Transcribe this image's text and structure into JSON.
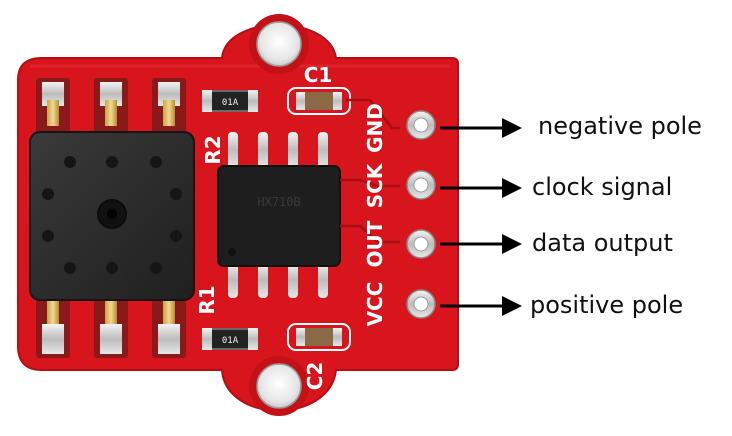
{
  "board": {
    "pins": [
      "GND",
      "SCK",
      "OUT",
      "VCC"
    ],
    "components": {
      "c1": "C1",
      "c2": "C2",
      "r1": "R1",
      "r2": "R2",
      "r_marking": "01A"
    },
    "ic_marking": [
      "HX710B",
      ""
    ]
  },
  "annotations": [
    {
      "pin": "GND",
      "label": "negative pole"
    },
    {
      "pin": "SCK",
      "label": "clock signal"
    },
    {
      "pin": "OUT",
      "label": "data output"
    },
    {
      "pin": "VCC",
      "label": "positive pole"
    }
  ],
  "colors": {
    "pcb": "#d8141c",
    "pcb_edge": "#b30f15",
    "silkscreen": "#ffffff",
    "sensor_body": "#2b2b2b",
    "ic_body": "#1e1e1e",
    "arrow": "#000000"
  }
}
